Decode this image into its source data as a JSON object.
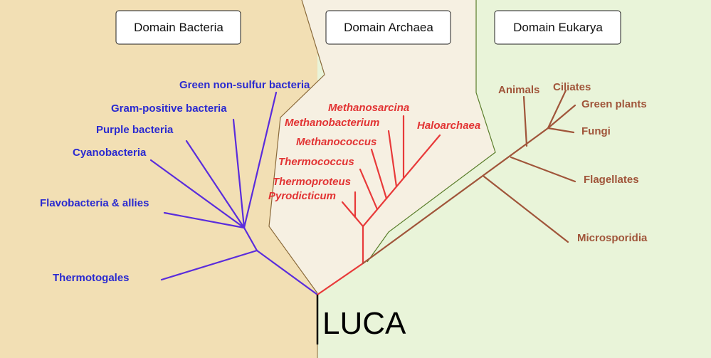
{
  "domains": {
    "bacteria": "Domain Bacteria",
    "archaea": "Domain Archaea",
    "eukarya": "Domain Eukarya"
  },
  "root_label": "LUCA",
  "bacteria_labels": {
    "green_non_sulfur": "Green non-sulfur bacteria",
    "gram_positive": "Gram-positive bacteria",
    "purple": "Purple bacteria",
    "cyanobacteria": "Cyanobacteria",
    "flavobacteria": "Flavobacteria & allies",
    "thermotogales": "Thermotogales"
  },
  "archaea_labels": {
    "methanosarcina": "Methanosarcina",
    "methanobacterium": "Methanobacterium",
    "haloarchaea": "Haloarchaea",
    "methanococcus": "Methanococcus",
    "thermococcus": "Thermococcus",
    "thermoproteus": "Thermoproteus",
    "pyrodicticum": "Pyrodicticum"
  },
  "eukarya_labels": {
    "animals": "Animals",
    "ciliates": "Ciliates",
    "green_plants": "Green plants",
    "fungi": "Fungi",
    "flagellates": "Flagellates",
    "microsporidia": "Microsporidia"
  },
  "colors": {
    "bacteria_bg": "#f2dfb4",
    "archaea_bg": "#f6f0e2",
    "eukarya_bg": "#e9f4d9",
    "bacteria_line": "#5a2cdc",
    "bacteria_text": "#2a2ad0",
    "archaea_line": "#e83a3a",
    "archaea_text": "#e23434",
    "eukarya_line": "#a0553a",
    "eukarya_text": "#a0553a",
    "archaea_border": "#8a6a3a",
    "eukarya_border": "#5a7d2a"
  }
}
